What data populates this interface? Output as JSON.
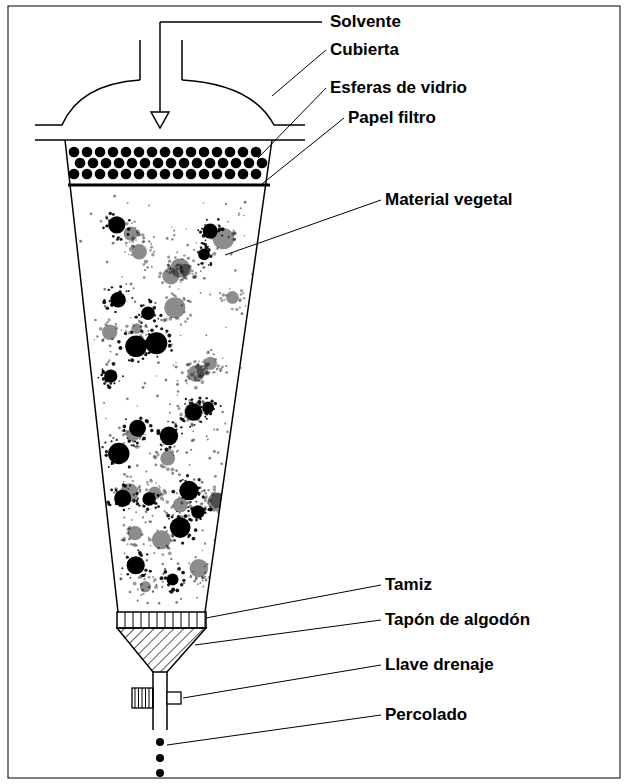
{
  "diagram": {
    "labels": [
      "Solvente",
      "Cubierta",
      "Esferas de vidrio",
      "Papel filtro",
      "Material vegetal",
      "Tamiz",
      "Tapón de algodón",
      "Llave drenaje",
      "Percolado"
    ]
  }
}
